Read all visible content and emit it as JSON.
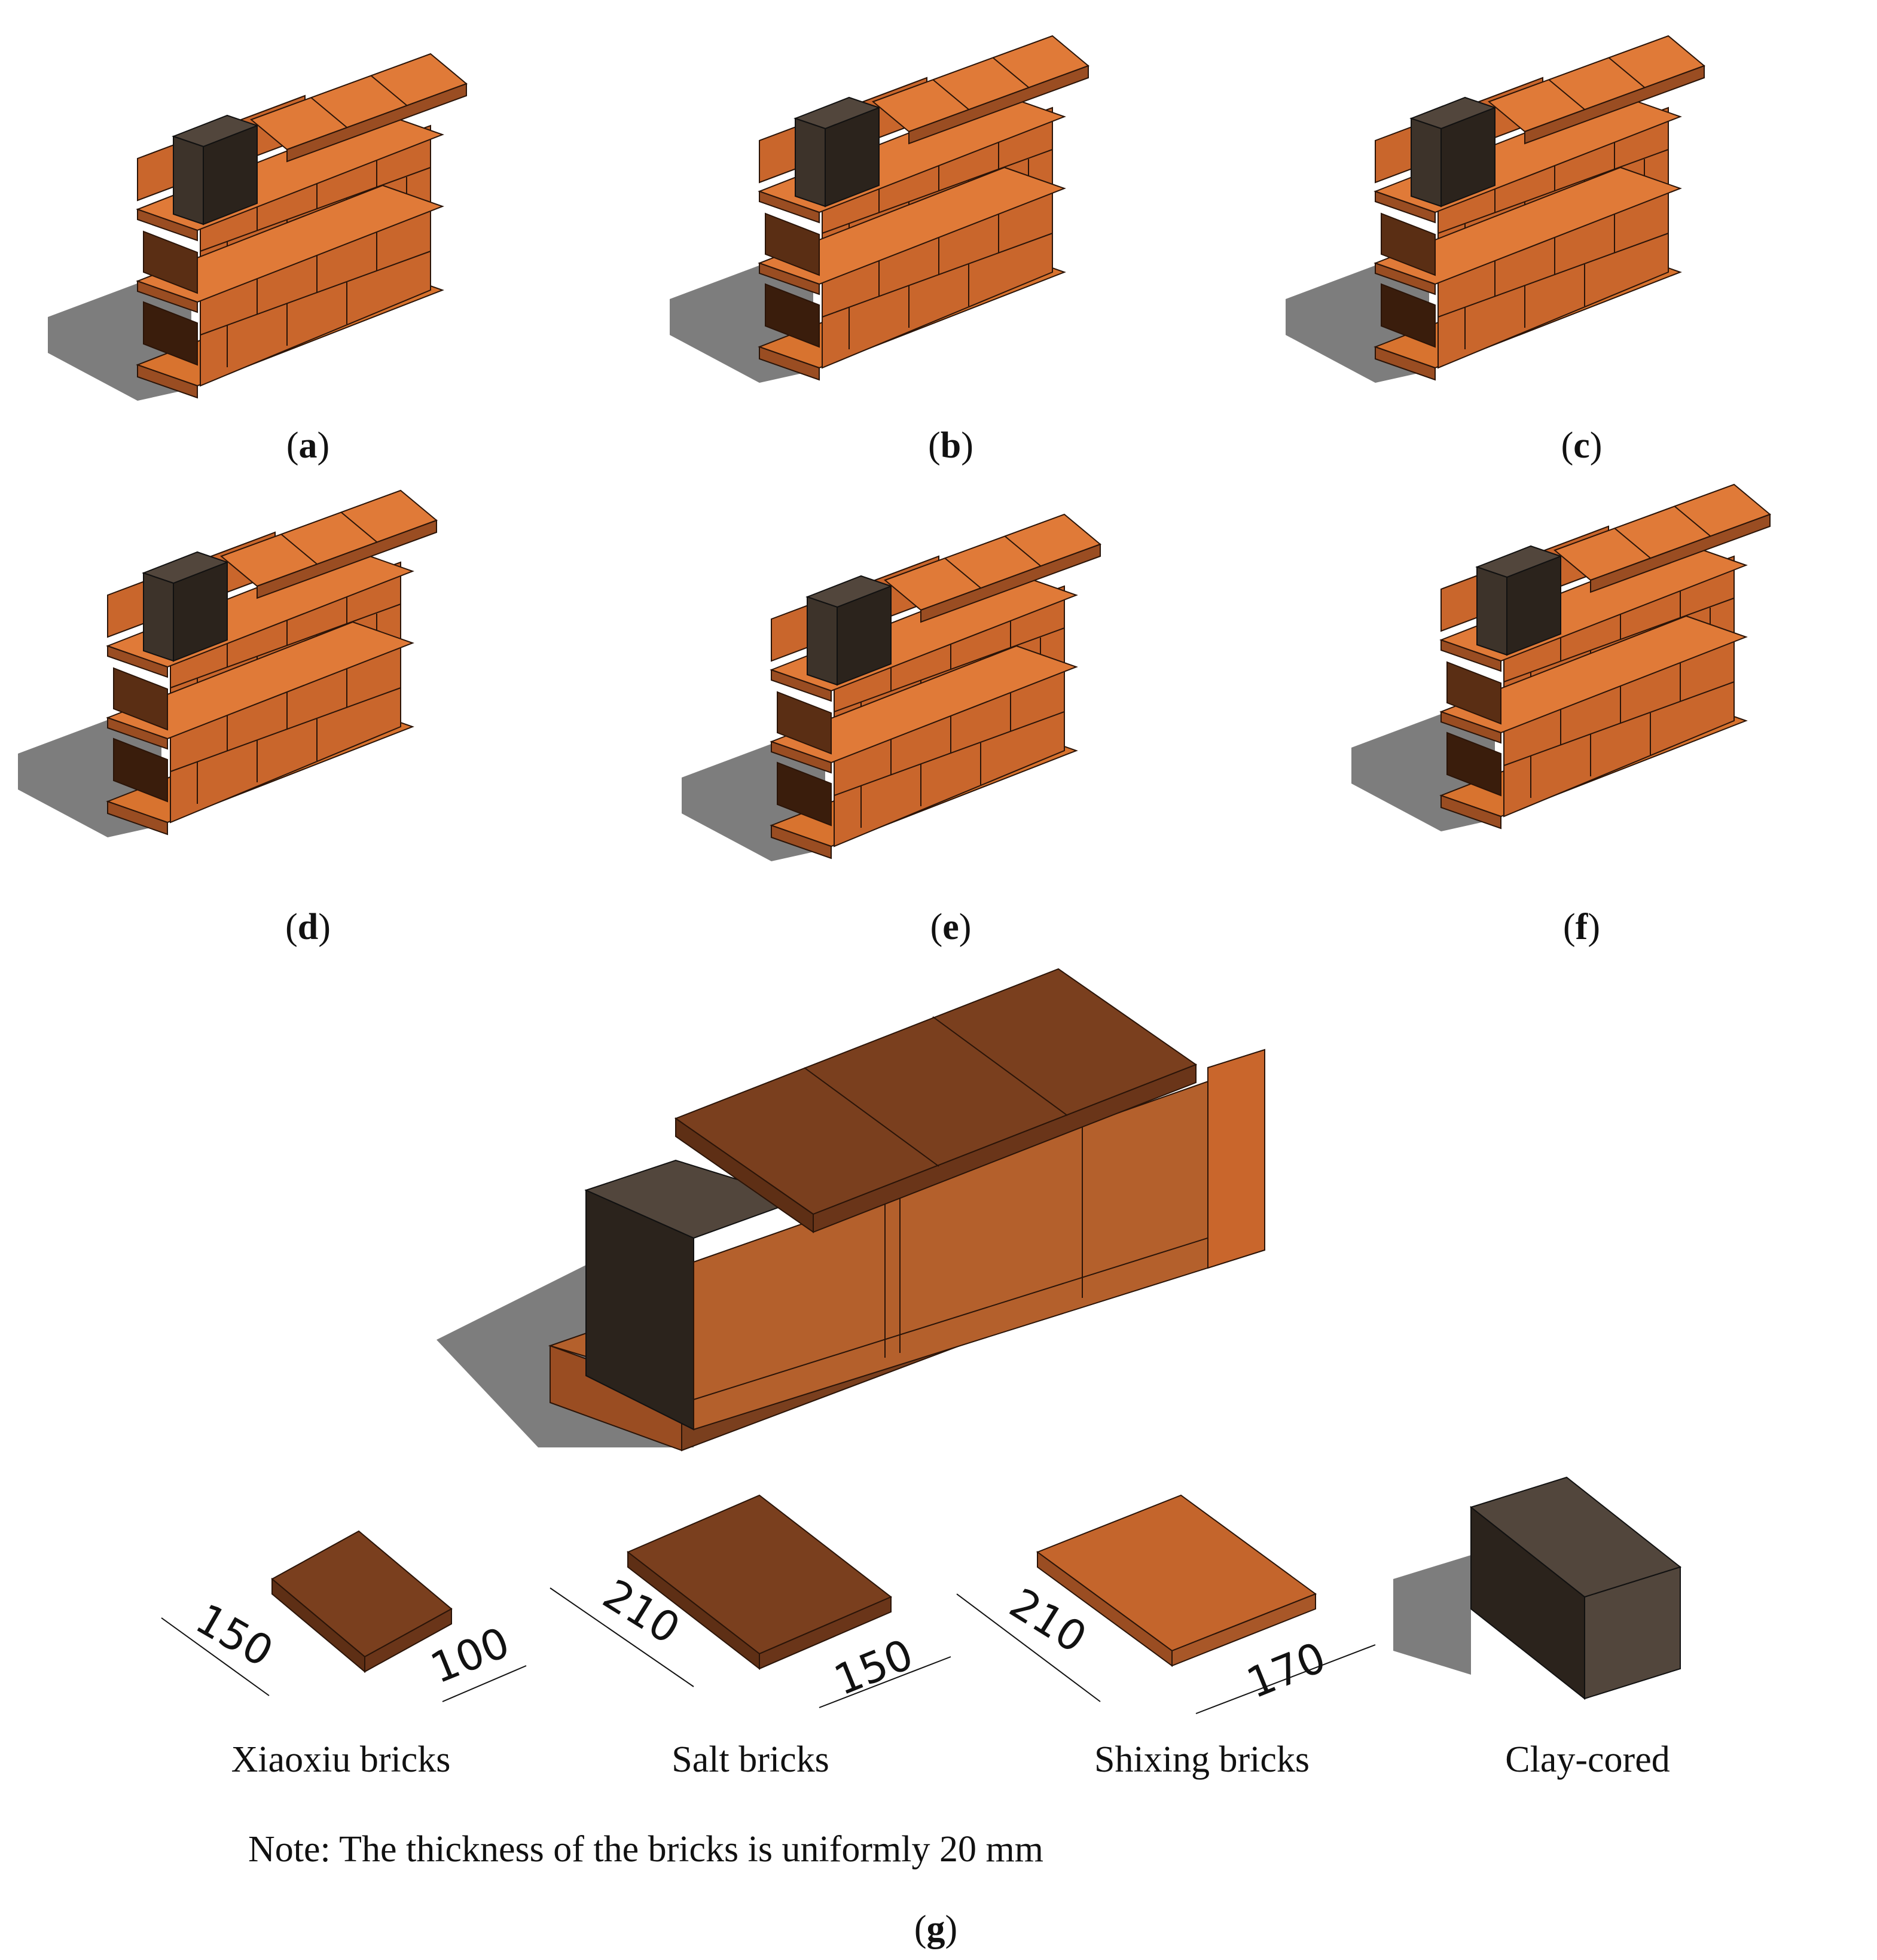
{
  "panels": [
    {
      "id": "a",
      "label": "a"
    },
    {
      "id": "b",
      "label": "b"
    },
    {
      "id": "c",
      "label": "c"
    },
    {
      "id": "d",
      "label": "d"
    },
    {
      "id": "e",
      "label": "e"
    },
    {
      "id": "f",
      "label": "f"
    }
  ],
  "detail_panel": {
    "label": "g"
  },
  "bricks": [
    {
      "name": "Xiaoxiu bricks",
      "dim_length": "150",
      "dim_width": "100"
    },
    {
      "name": "Salt bricks",
      "dim_length": "210",
      "dim_width": "150"
    },
    {
      "name": "Shixing  bricks",
      "dim_length": "210",
      "dim_width": "170"
    },
    {
      "name": "Clay-cored"
    }
  ],
  "note": "Note: The thickness of the bricks is uniformly 20 mm",
  "colors": {
    "brick_light": "#e07a38",
    "brick_mid": "#b4602c",
    "brick_dark": "#7a3f1e",
    "core_dark": "#2b231c",
    "core_mid": "#52463c",
    "shadow": "#7d7d7d",
    "line": "#2a1408"
  }
}
